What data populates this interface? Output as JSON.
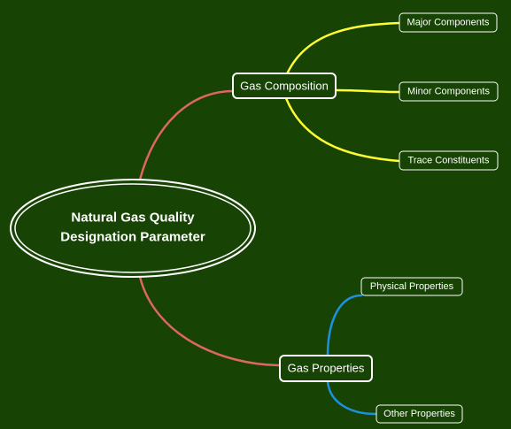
{
  "root": {
    "label_line1": "Natural Gas Quality",
    "label_line2": "Designation Parameter"
  },
  "branches": [
    {
      "label": "Gas Composition",
      "color": "#e06666",
      "child_color": "#ffff33",
      "children": [
        "Major Components",
        "Minor Components",
        "Trace Constituents"
      ]
    },
    {
      "label": "Gas Properties",
      "color": "#e06666",
      "child_color": "#1e90e0",
      "children": [
        "Physical Properties",
        "Other Properties"
      ]
    }
  ],
  "colors": {
    "background": "#174304",
    "node_border": "#ffffff",
    "text": "#ffffff"
  }
}
